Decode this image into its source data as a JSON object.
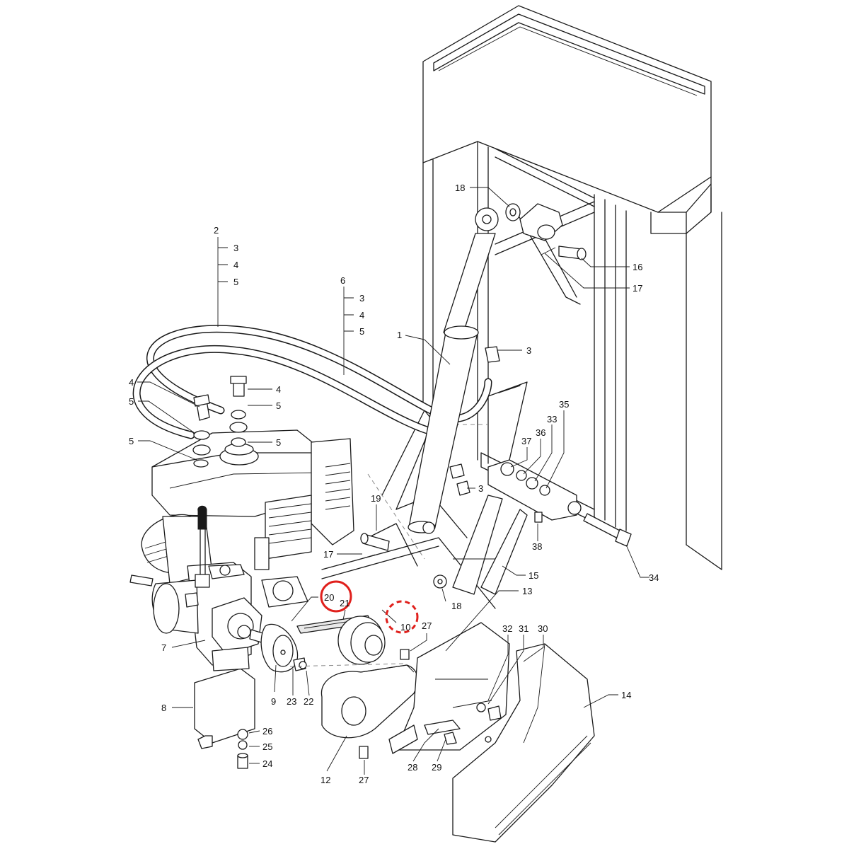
{
  "labels": {
    "l1": "1",
    "l2": "2",
    "l2_3": "3",
    "l2_4": "4",
    "l2_5": "5",
    "l6": "6",
    "l6_3": "3",
    "l6_4": "4",
    "l6_5": "5",
    "l3a": "3",
    "l3b": "3",
    "l4a": "4",
    "l4b": "4",
    "l5a": "5",
    "l5b": "5",
    "l5c": "5",
    "l5d": "5",
    "l7": "7",
    "l8": "8",
    "l9": "9",
    "l10": "10",
    "l12": "12",
    "l13": "13",
    "l14": "14",
    "l15": "15",
    "l16": "16",
    "l17a": "17",
    "l17b": "17",
    "l18a": "18",
    "l18b": "18",
    "l19": "19",
    "l20": "20",
    "l21": "21",
    "l22": "22",
    "l23": "23",
    "l24": "24",
    "l25": "25",
    "l26": "26",
    "l27a": "27",
    "l27b": "27",
    "l28": "28",
    "l29": "29",
    "l30": "30",
    "l31": "31",
    "l32": "32",
    "l33": "33",
    "l34": "34",
    "l35": "35",
    "l36": "36",
    "l37": "37",
    "l38": "38"
  },
  "colors": {
    "line": "#1a1a1a",
    "background": "#ffffff",
    "highlight": "#e0201c"
  }
}
